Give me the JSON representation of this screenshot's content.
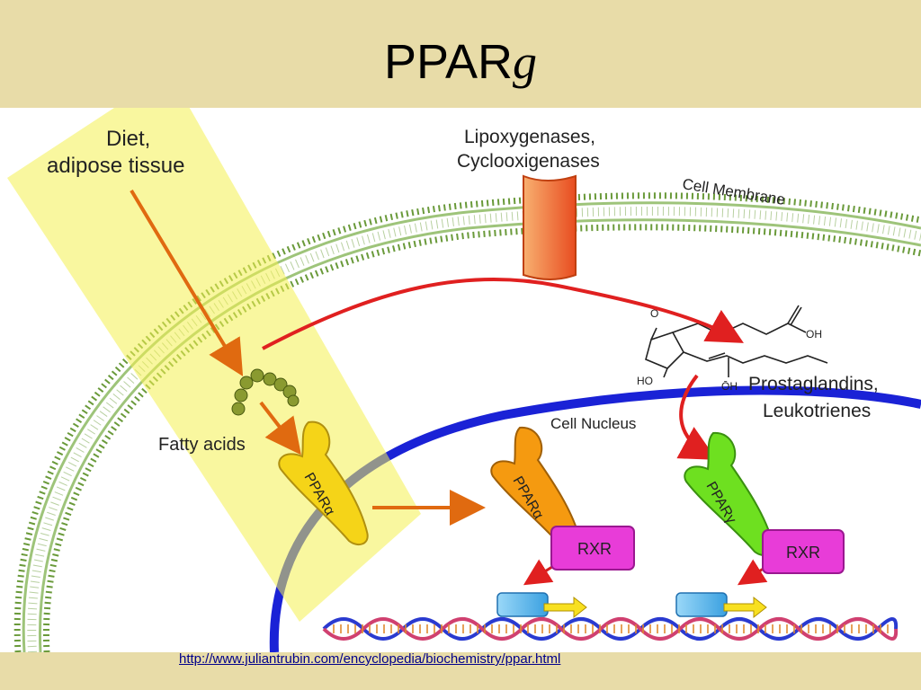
{
  "title": {
    "main": "PPAR",
    "italic": "g"
  },
  "labels": {
    "diet": [
      "Diet,",
      "adipose tissue"
    ],
    "enzymes": [
      "Lipoxygenases,",
      "Cyclooxigenases"
    ],
    "cell_membrane": "Cell Membrane",
    "cell_nucleus": "Cell Nucleus",
    "fatty_acids": "Fatty acids",
    "prostaglandins": [
      "Prostaglandins,",
      "Leukotrienes"
    ],
    "ppar_alpha": "PPARα",
    "ppar_gamma": "PPARγ",
    "rxr": "RXR",
    "chem_oh": "OH",
    "chem_ho": "HO",
    "chem_o": "O",
    "chem_oh2": "ŌH"
  },
  "source_url": "http://www.juliantrubin.com/encyclopedia/biochemistry/ppar.html",
  "colors": {
    "band": "#e8dca8",
    "highlight": "#f4f050",
    "membrane": "#7aa64a",
    "nucleus": "#1a22d6",
    "ppar_yellow": "#f5d418",
    "ppar_orange": "#f59a10",
    "ppar_green": "#6ee020",
    "rxr": "#e83cd8",
    "channel": "#f07030",
    "arrow_red": "#e02020",
    "arrow_orange": "#e06a10"
  }
}
